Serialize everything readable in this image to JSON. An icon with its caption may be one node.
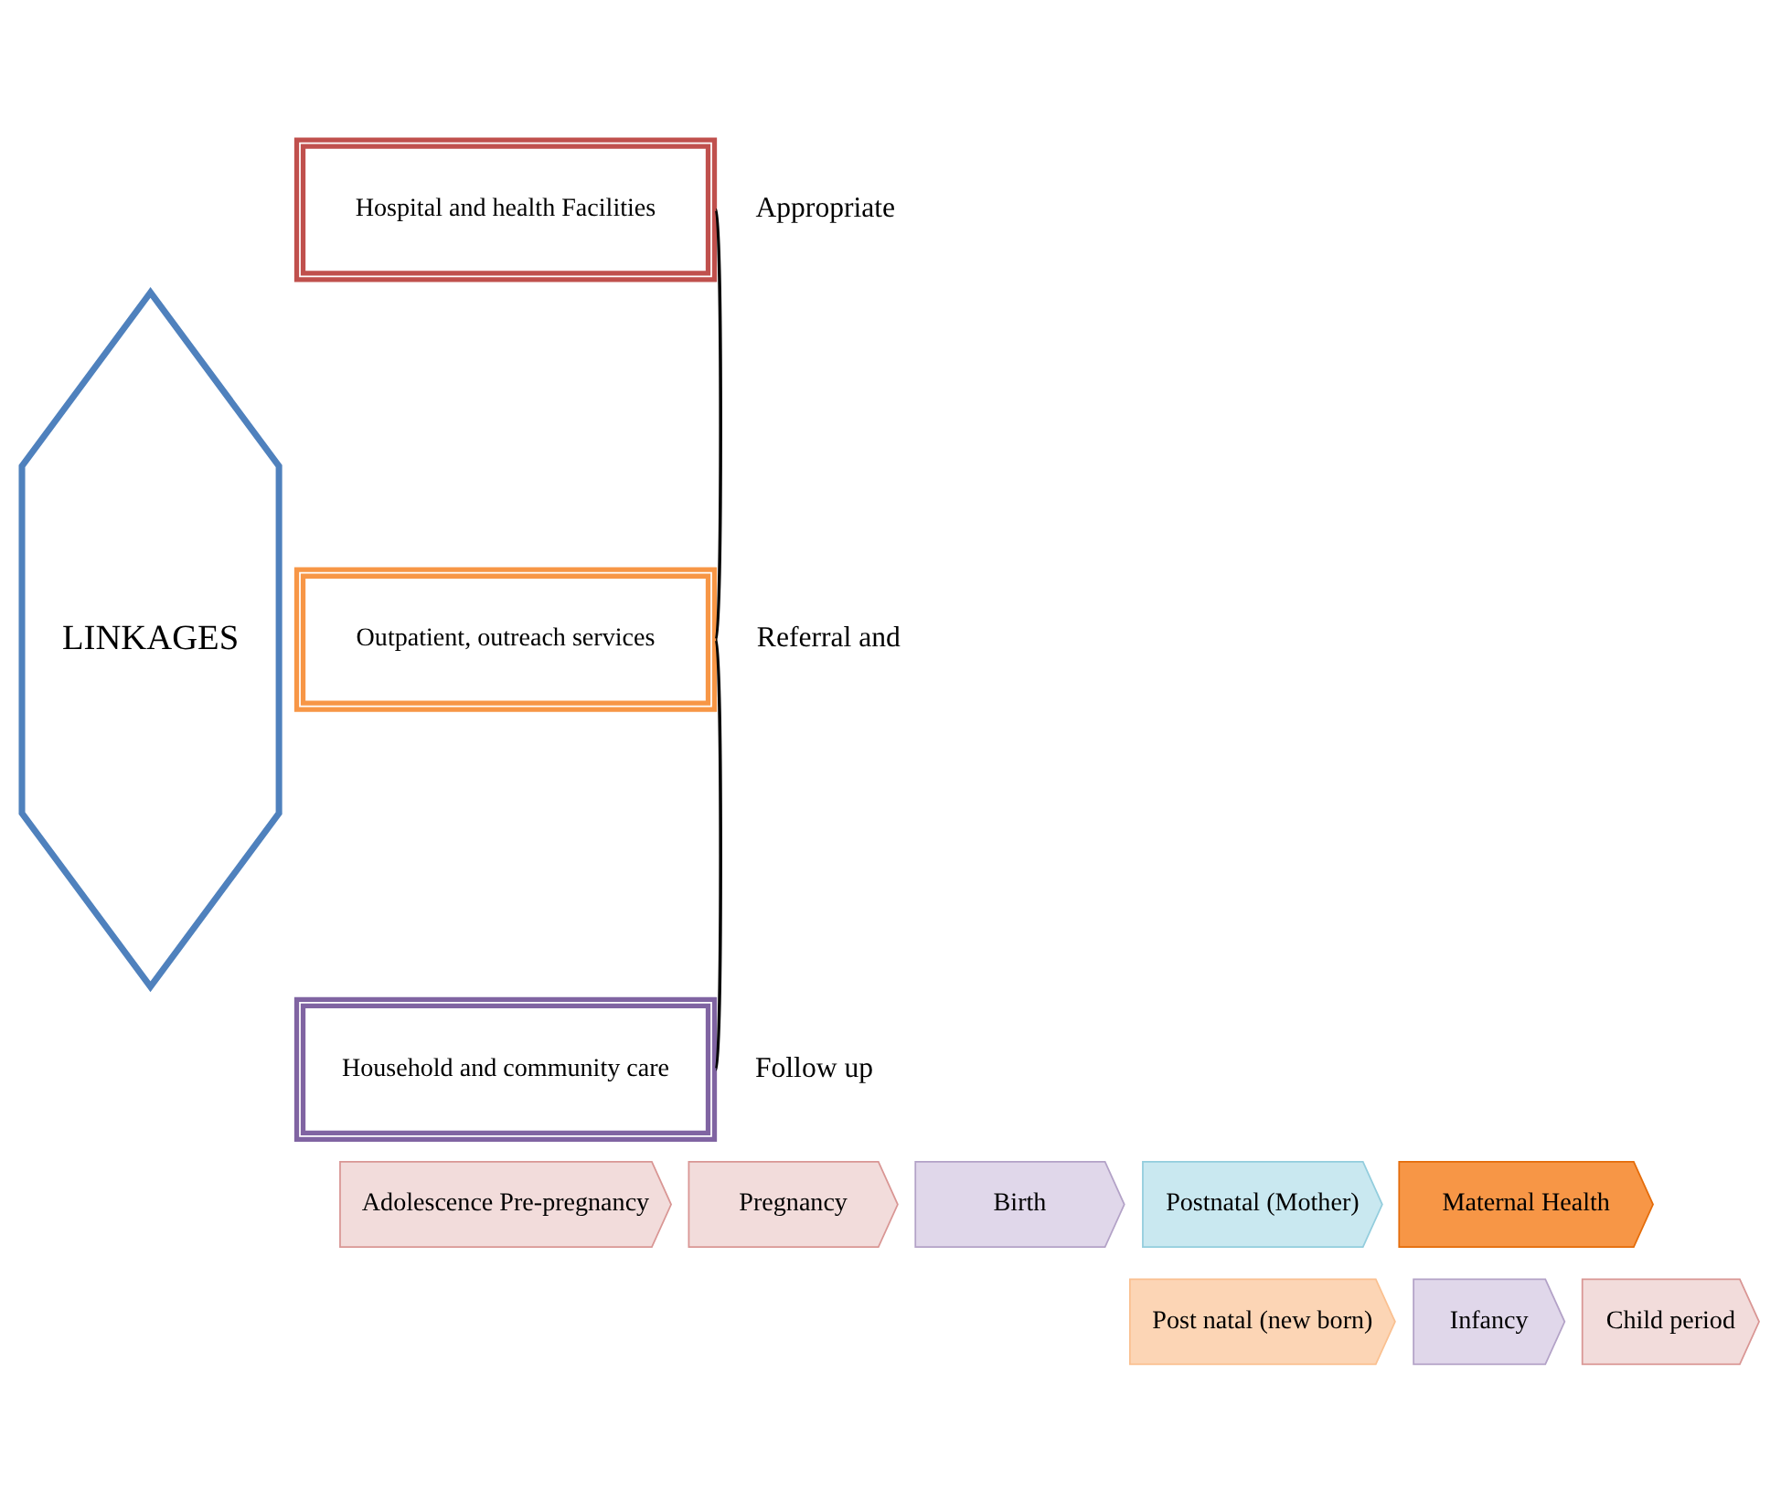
{
  "diagram": {
    "nodes": [
      {
        "text": [
          "LINKAGES"
        ]
      },
      {
        "text": [
          "Hospital and health Facilities"
        ]
      },
      {
        "text": [
          "Outpatient, outreach services"
        ]
      },
      {
        "text": [
          "Household and community care"
        ]
      },
      {
        "text": [
          "Adolescence Pre-pregnancy"
        ]
      },
      {
        "text": [
          "Pregnancy"
        ]
      },
      {
        "text": [
          "Birth"
        ]
      },
      {
        "text": [
          "Postnatal (Mother)"
        ]
      },
      {
        "text": [
          "Maternal Health"
        ]
      },
      {
        "text": [
          "Post natal (new born)"
        ]
      },
      {
        "text": [
          "Infancy"
        ]
      },
      {
        "text": [
          "Child period"
        ]
      }
    ],
    "edges": [
      {
        "from": 1,
        "to": 2,
        "arrow": "none"
      },
      {
        "from": 2,
        "to": 3,
        "arrow": "none"
      }
    ],
    "labels": [
      "Appropriate",
      "Referral and",
      "Follow up"
    ]
  }
}
